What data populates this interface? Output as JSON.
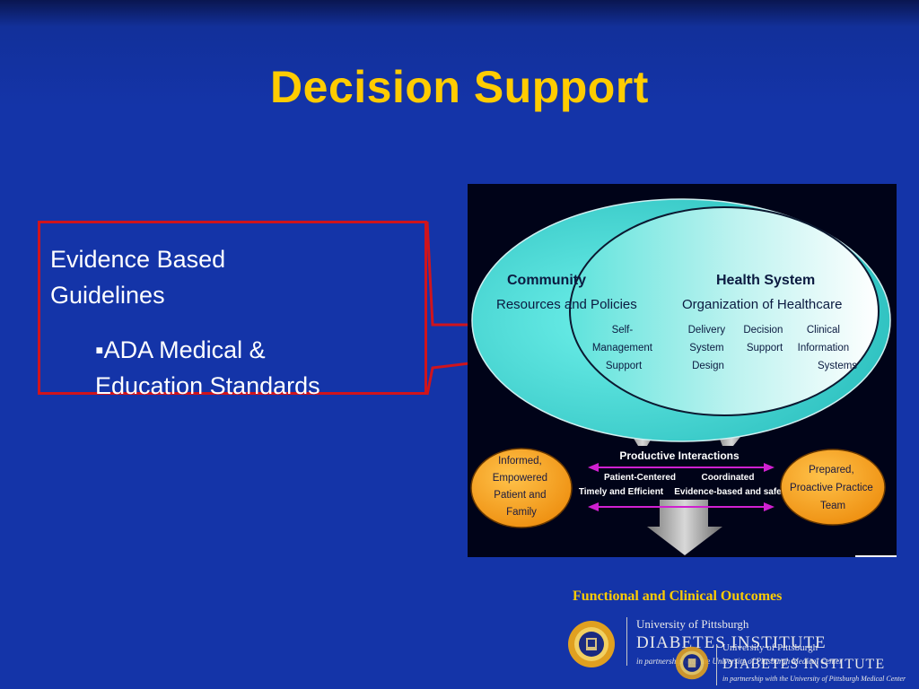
{
  "slide": {
    "title": "Decision Support",
    "callout": {
      "heading_line1": "Evidence Based",
      "heading_line2": "Guidelines",
      "bullet_line1": "▪ADA Medical  &",
      "bullet_line2": "Education Standards"
    },
    "outcomes_label": "Functional and Clinical Outcomes"
  },
  "model": {
    "community_title": "Community",
    "community_subtitle": "Resources and Policies",
    "health_system_title": "Health System",
    "health_system_subtitle": "Organization of Healthcare",
    "components": [
      {
        "lines": [
          "Self-",
          "Management",
          "Support"
        ]
      },
      {
        "lines": [
          "Delivery",
          "System",
          "Design"
        ]
      },
      {
        "lines": [
          "Decision",
          "Support"
        ]
      },
      {
        "lines": [
          "Clinical",
          "Information",
          "Systems"
        ]
      }
    ],
    "productive_interactions": "Productive Interactions",
    "patient_centered": "Patient-Centered",
    "timely_efficient": "Timely and Efficient",
    "coordinated": "Coordinated",
    "evidence_safe": "Evidence-based and safe",
    "patient_circle": [
      "Informed,",
      "Empowered",
      "Patient and",
      "Family"
    ],
    "team_circle": [
      "Prepared,",
      "Proactive Practice",
      "Team"
    ]
  },
  "logo": {
    "university": "University of Pittsburgh",
    "institute": "DIABETES INSTITUTE",
    "partnership": "in partnership with the University of Pittsburgh Medical Center"
  },
  "colors": {
    "background": "#1434a8",
    "title": "#ffcc00",
    "callout_border": "#d0141c",
    "ellipse_teal": "#3fd6d0",
    "circle_orange": "#f6a01a",
    "arrow_magenta": "#d020d0"
  }
}
